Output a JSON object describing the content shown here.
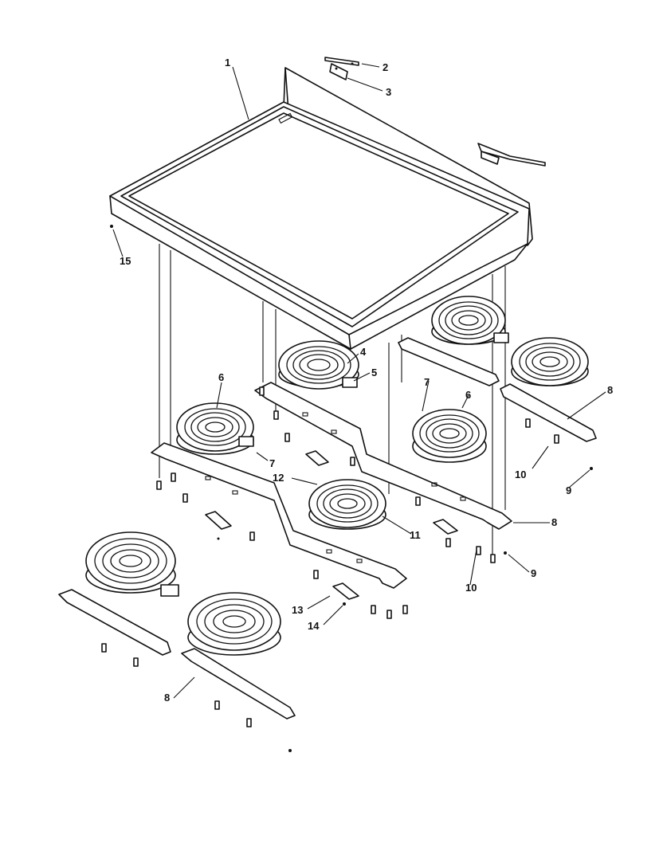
{
  "diagram": {
    "callouts": [
      {
        "id": "c1",
        "label": "1"
      },
      {
        "id": "c2",
        "label": "2"
      },
      {
        "id": "c3",
        "label": "3"
      },
      {
        "id": "c4",
        "label": "4"
      },
      {
        "id": "c5",
        "label": "5"
      },
      {
        "id": "c6a",
        "label": "6"
      },
      {
        "id": "c6b",
        "label": "6"
      },
      {
        "id": "c7a",
        "label": "7"
      },
      {
        "id": "c7b",
        "label": "7"
      },
      {
        "id": "c8a",
        "label": "8"
      },
      {
        "id": "c8b",
        "label": "8"
      },
      {
        "id": "c8c",
        "label": "8"
      },
      {
        "id": "c9a",
        "label": "9"
      },
      {
        "id": "c9b",
        "label": "9"
      },
      {
        "id": "c10a",
        "label": "10"
      },
      {
        "id": "c10b",
        "label": "10"
      },
      {
        "id": "c11",
        "label": "11"
      },
      {
        "id": "c12",
        "label": "12"
      },
      {
        "id": "c13",
        "label": "13"
      },
      {
        "id": "c14",
        "label": "14"
      },
      {
        "id": "c15",
        "label": "15"
      }
    ]
  }
}
